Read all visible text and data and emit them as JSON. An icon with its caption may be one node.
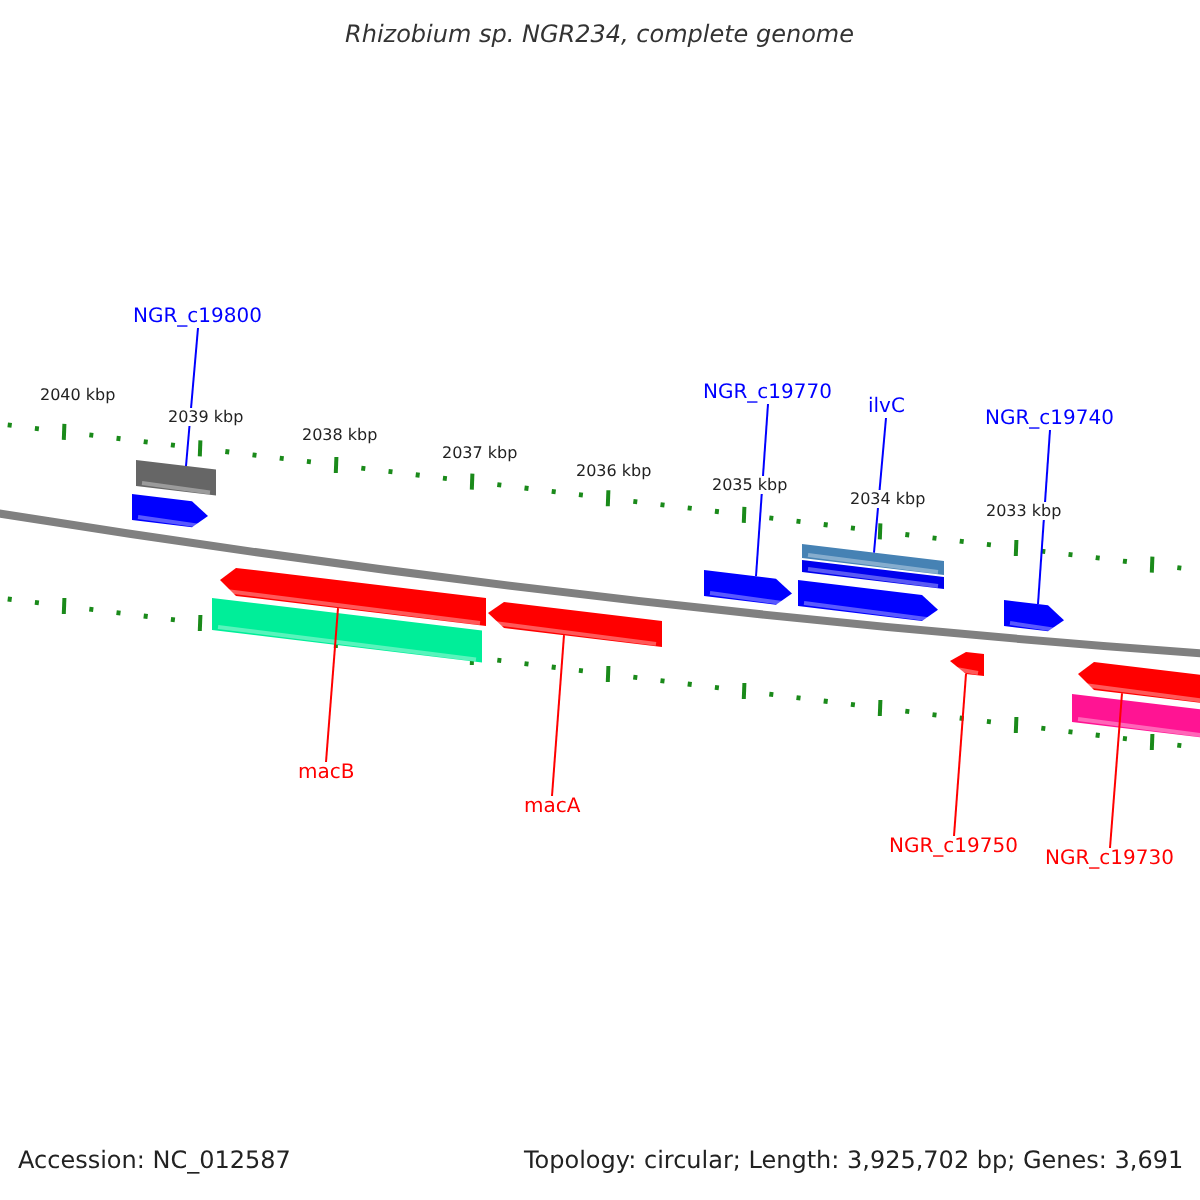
{
  "diagram": {
    "title": "Rhizobium sp. NGR234, complete genome",
    "nodes": [
      {
        "text": [
          "NGR_c19800"
        ]
      },
      {
        "text": [],
        "shape": "bar"
      },
      {
        "text": [
          "NGR_c19770"
        ]
      },
      {
        "text": [],
        "shape": "arrow"
      },
      {
        "text": [
          "ilvC"
        ]
      },
      {
        "text": [],
        "shape": "bar"
      },
      {
        "text": [
          "NGR_c19740"
        ]
      },
      {
        "text": [],
        "shape": "arrow"
      },
      {
        "text": [
          "macB"
        ]
      },
      {
        "text": [],
        "shape": "arrow"
      },
      {
        "text": [
          "macA"
        ]
      },
      {
        "text": [],
        "shape": "arrow"
      },
      {
        "text": [
          "NGR_c19750"
        ]
      },
      {
        "text": [],
        "shape": "arrow"
      },
      {
        "text": [
          "NGR_c19730"
        ]
      },
      {
        "text": [],
        "shape": "arrow"
      }
    ],
    "edges": [
      {
        "from": 0,
        "to": 1,
        "arrow": "none"
      },
      {
        "from": 2,
        "to": 3,
        "arrow": "none"
      },
      {
        "from": 4,
        "to": 5,
        "arrow": "none"
      },
      {
        "from": 6,
        "to": 7,
        "arrow": "none"
      },
      {
        "from": 8,
        "to": 9,
        "arrow": "none",
        "color": "#ff0000"
      },
      {
        "from": 10,
        "to": 11,
        "arrow": "none",
        "color": "#ff0000"
      },
      {
        "from": 12,
        "to": 13,
        "arrow": "none",
        "color": "#ff0000"
      },
      {
        "from": 14,
        "to": 15,
        "arrow": "none",
        "color": "#ff0000"
      }
    ],
    "labels": [
      "2040 kbp",
      "2039 kbp",
      "2038 kbp",
      "2037 kbp",
      "2036 kbp",
      "2035 kbp",
      "2034 kbp",
      "2033 kbp",
      "Accession: NC_012587",
      "Topology: circular; Length: 3,925,702 bp; Genes: 3,691"
    ]
  }
}
